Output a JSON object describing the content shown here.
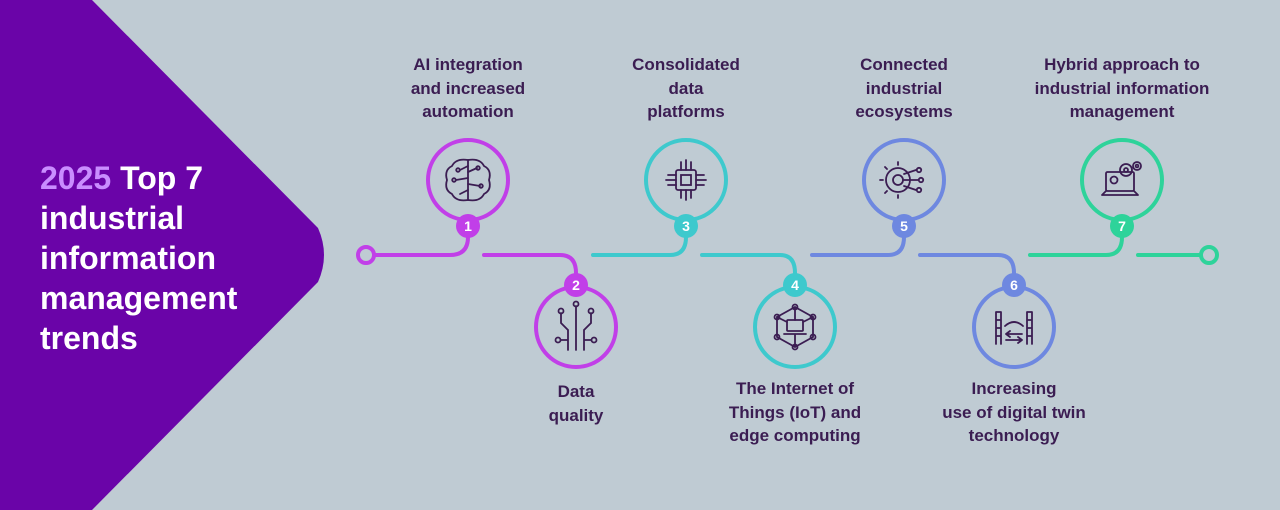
{
  "title": {
    "year": "2025",
    "rest": " Top 7 industrial information management trends"
  },
  "colors": {
    "purple": "#c13fe8",
    "teal": "#3ec9cd",
    "blue": "#6e88e0",
    "green": "#2ed39a",
    "panel": "#6a04a8",
    "text": "#3b1d52",
    "background": "#bfcbd3"
  },
  "trends": [
    {
      "num": "1",
      "label": "AI integration\nand increased\nautomation",
      "icon": "brain-icon"
    },
    {
      "num": "2",
      "label": "Data\nquality",
      "icon": "circuit-tree-icon"
    },
    {
      "num": "3",
      "label": "Consolidated\ndata\nplatforms",
      "icon": "chip-icon"
    },
    {
      "num": "4",
      "label": "The Internet of\nThings (IoT) and\nedge computing",
      "icon": "iot-network-icon"
    },
    {
      "num": "5",
      "label": "Connected\nindustrial\necosystems",
      "icon": "gear-connection-icon"
    },
    {
      "num": "6",
      "label": "Increasing\nuse of digital twin\ntechnology",
      "icon": "digital-twin-icon"
    },
    {
      "num": "7",
      "label": "Hybrid approach to\nindustrial information\nmanagement",
      "icon": "laptop-gears-icon"
    }
  ]
}
